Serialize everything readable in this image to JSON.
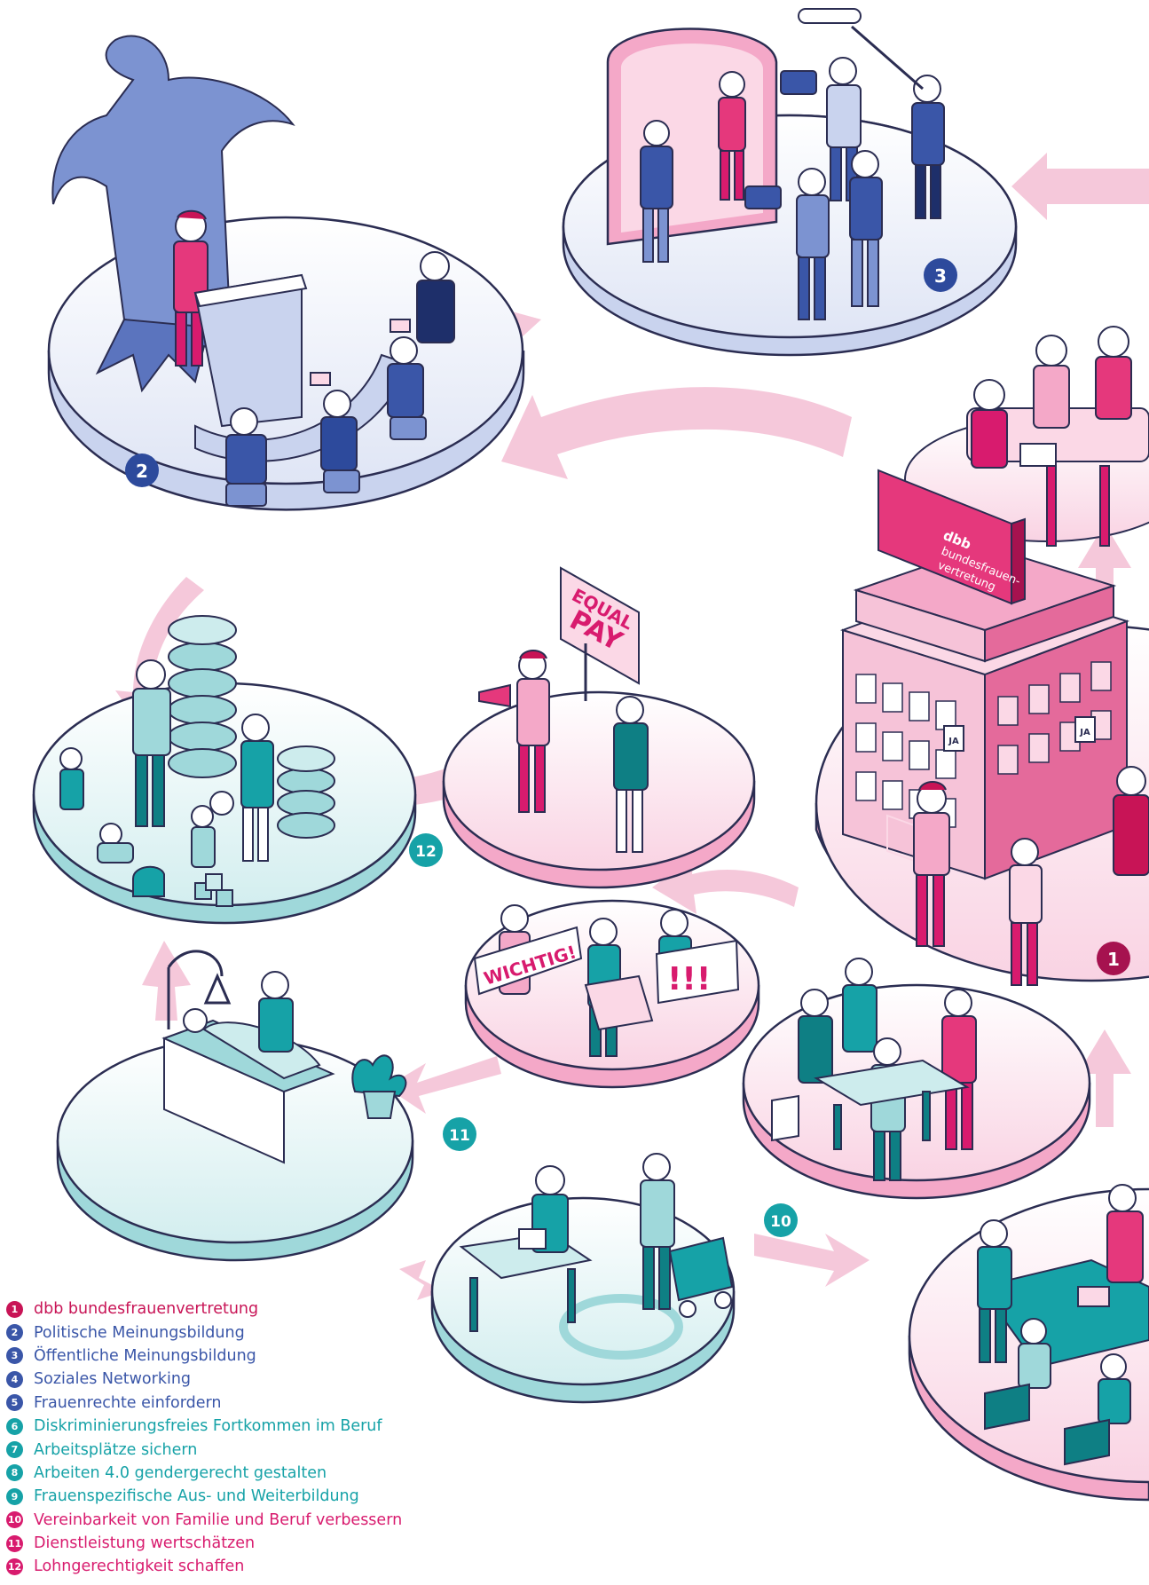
{
  "colors": {
    "magenta": "#d81b6e",
    "magenta_light": "#f7cde0",
    "magenta_dark": "#a6124f",
    "blue": "#3a56a8",
    "blue_light": "#dde3f3",
    "teal": "#16a2a7",
    "teal_light": "#cdeced",
    "teal_dark": "#0e7f84",
    "arrow": "#f3bcd3",
    "outline": "#2b2d52"
  },
  "scenes": {
    "parliament": {
      "badge": "2"
    },
    "press": {
      "badge": "3"
    },
    "hq": {
      "badge": "1",
      "sign_line1": "dbb",
      "sign_line2": "bundesfrauen-",
      "sign_line3": "vertretung",
      "ja1": "JA",
      "ja2": "JA"
    },
    "equal_pay": {
      "badge": "12",
      "sign_line1": "EQUAL",
      "sign_line2": "PAY"
    },
    "protest": {
      "banner_left": "WICHTIG!",
      "banner_right": "!!!"
    },
    "care": {
      "badge": "11"
    },
    "homeoffice": {
      "badge": "10"
    }
  },
  "legend": [
    {
      "num": "1",
      "label": "dbb bundesfrauenvertretung",
      "color": "#c81456"
    },
    {
      "num": "2",
      "label": "Politische Meinungsbildung",
      "color": "#3a56a8"
    },
    {
      "num": "3",
      "label": "Öffentliche Meinungsbildung",
      "color": "#3a56a8"
    },
    {
      "num": "4",
      "label": "Soziales Networking",
      "color": "#3a56a8"
    },
    {
      "num": "5",
      "label": "Frauenrechte einfordern",
      "color": "#3a56a8"
    },
    {
      "num": "6",
      "label": "Diskriminierungsfreies Fortkommen im Beruf",
      "color": "#16a2a7"
    },
    {
      "num": "7",
      "label": "Arbeitsplätze sichern",
      "color": "#16a2a7"
    },
    {
      "num": "8",
      "label": "Arbeiten 4.0 gendergerecht gestalten",
      "color": "#16a2a7"
    },
    {
      "num": "9",
      "label": "Frauenspezifische Aus- und Weiterbildung",
      "color": "#16a2a7"
    },
    {
      "num": "10",
      "label": "Vereinbarkeit von Familie und Beruf verbessern",
      "color": "#d81b6e"
    },
    {
      "num": "11",
      "label": "Dienstleistung wertschätzen",
      "color": "#d81b6e"
    },
    {
      "num": "12",
      "label": "Lohngerechtigkeit schaffen",
      "color": "#d81b6e"
    }
  ]
}
